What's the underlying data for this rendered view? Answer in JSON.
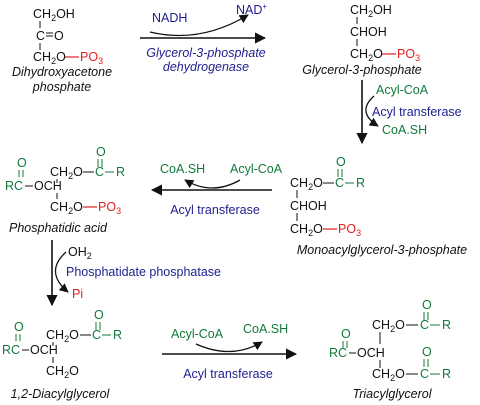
{
  "colors": {
    "text": "#111111",
    "enzyme": "#1f1f8f",
    "green": "#117a3b",
    "red": "#e02020",
    "arrow": "#111111"
  },
  "molecules": {
    "dhap": {
      "line1": "Dihydroxyacetone",
      "line2": "phosphate",
      "r1": "CH",
      "r1sub": "2",
      "r1b": "OH",
      "r2": "C",
      "r2b": "O",
      "r3": "CH",
      "r3sub": "2",
      "r3b": "O",
      "po": "PO",
      "posub": "3"
    },
    "g3p": {
      "name": "Glycerol-3-phosphate",
      "r1": "CH",
      "r1sub": "2",
      "r1b": "OH",
      "r2": "CHOH",
      "r3": "CH",
      "r3sub": "2",
      "r3b": "O",
      "po": "PO",
      "posub": "3"
    },
    "mag3p": {
      "name": "Monoacylglycerol-3-phosphate",
      "r1": "CH",
      "r1sub": "2",
      "r1b": "O",
      "c": "C",
      "r": "R",
      "o": "O",
      "r2": "CHOH",
      "r3": "CH",
      "r3sub": "2",
      "r3b": "O",
      "po": "PO",
      "posub": "3"
    },
    "pa": {
      "name": "Phosphatidic acid",
      "rc": "RC",
      "o": "O",
      "och": "OCH",
      "r1": "CH",
      "r1sub": "2",
      "r1b": "O",
      "c": "C",
      "r": "R",
      "r3": "CH",
      "r3sub": "2",
      "r3b": "O",
      "po": "PO",
      "posub": "3"
    },
    "dag": {
      "name": "1,2-Diacylglycerol",
      "rc": "RC",
      "o": "O",
      "och": "OCH",
      "r1": "CH",
      "r1sub": "2",
      "r1b": "O",
      "c": "C",
      "r": "R",
      "r3": "CH",
      "r3sub": "2",
      "r3b": "O"
    },
    "tag": {
      "name": "Triacylglycerol",
      "rc": "RC",
      "o": "O",
      "och": "OCH",
      "r1": "CH",
      "r1sub": "2",
      "r1b": "O",
      "c": "C",
      "r": "R",
      "r3": "CH",
      "r3sub": "2",
      "r3b": "O",
      "c2": "C",
      "r2": "R"
    }
  },
  "reactions": {
    "step1": {
      "cofactor_in": "NADH",
      "cofactor_out": "NAD",
      "cofactor_out_sup": "+",
      "enzyme_line1": "Glycerol-3-phosphate",
      "enzyme_line2": "dehydrogenase"
    },
    "step2": {
      "substrate": "Acyl-CoA",
      "enzyme": "Acyl transferase",
      "product": "CoA.SH"
    },
    "step3": {
      "substrate": "Acyl-CoA",
      "enzyme": "Acyl transferase",
      "product": "CoA.SH"
    },
    "step4": {
      "substrate": "OH",
      "substrate_sub": "2",
      "enzyme": "Phosphatidate phosphatase",
      "product": "Pi"
    },
    "step5": {
      "substrate": "Acyl-CoA",
      "enzyme": "Acyl transferase",
      "product": "CoA.SH"
    }
  }
}
